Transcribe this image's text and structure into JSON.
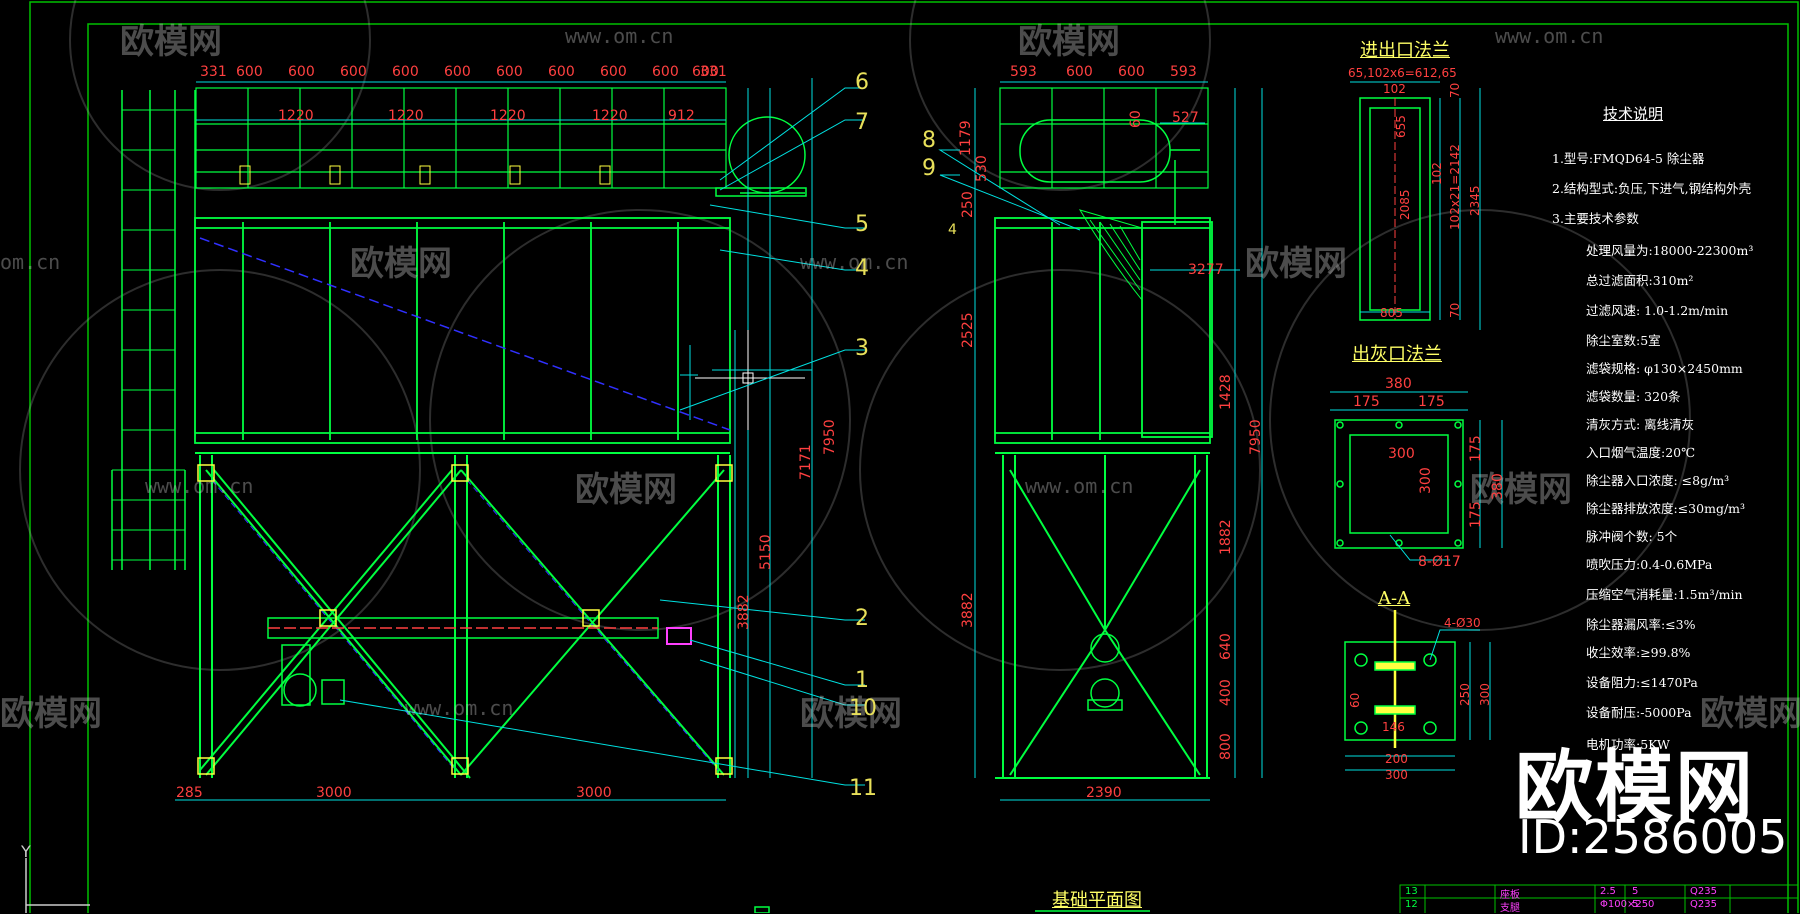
{
  "watermark": {
    "brand_cn": "欧模网",
    "url": "www.om.cn",
    "url_partial": "om.cn",
    "brand_large": "欧模网",
    "id_text": "ID:2586005"
  },
  "sections": {
    "inlet_flange": "进出口法兰",
    "ash_flange": "出灰口法兰",
    "section_aa": "A-A",
    "foundation_plan": "基础平面图"
  },
  "notes": {
    "title": "技术说明",
    "items": [
      "1.型号:FMQD64-5 除尘器",
      "2.结构型式:负压,下进气,钢结构外壳",
      "3.主要技术参数",
      "处理风量为:18000-22300m³",
      "总过滤面积:310m²",
      "过滤风速: 1.0-1.2m/min",
      "除尘室数:5室",
      "滤袋规格: φ130×2450mm",
      "滤袋数量: 320条",
      "清灰方式: 离线清灰",
      "入口烟气温度:20℃",
      "除尘器入口浓度: ≤8g/m³",
      "除尘器排放浓度:≤30mg/m³",
      "脉冲阀个数: 5个",
      "喷吹压力:0.4-0.6MPa",
      "压缩空气消耗量:1.5m³/min",
      "除尘器漏风率:≤3%",
      "收尘效率:≥99.8%",
      "设备阻力:≤1470Pa",
      "设备耐压:-5000Pa",
      "电机功率:5KW"
    ]
  },
  "callouts": [
    "6",
    "7",
    "5",
    "4",
    "3",
    "2",
    "1",
    "10",
    "11",
    "8",
    "9",
    "4"
  ],
  "front_dims": {
    "top_row": [
      "331",
      "600",
      "600",
      "600",
      "600",
      "600",
      "600",
      "600",
      "600",
      "600",
      "600",
      "331"
    ],
    "second_row": [
      "1220",
      "1220",
      "1220",
      "1220",
      "912"
    ],
    "bottom": [
      "285",
      "3000",
      "3000"
    ],
    "vertical": [
      "7950",
      "7171",
      "5150",
      "3882"
    ]
  },
  "side_dims": {
    "top_row": [
      "593",
      "600",
      "600",
      "593"
    ],
    "right": [
      "527",
      "3277"
    ],
    "left_v": [
      "1179",
      "530",
      "250",
      "2525",
      "3882"
    ],
    "right_v": [
      "1428",
      "7950",
      "1882",
      "640",
      "400",
      "800"
    ],
    "small": [
      "60"
    ],
    "bottom": [
      "2390"
    ]
  },
  "inlet_flange_dims": [
    "65,102x6=612,65",
    "102",
    "655",
    "2085",
    "805",
    "102x21=2142",
    "2345",
    "70",
    "70",
    "102"
  ],
  "ash_flange_dims": [
    "380",
    "175",
    "175",
    "300",
    "300",
    "175",
    "175",
    "380",
    "8-Ø17"
  ],
  "aa_dims": [
    "4-Ø30",
    "60",
    "146",
    "200",
    "300",
    "250",
    "300"
  ],
  "title_block": {
    "rows": [
      {
        "no": "13",
        "name": "座板",
        "spec": "2.5",
        "qty": "5",
        "mat": "Q235"
      },
      {
        "no": "12",
        "name": "支腿",
        "spec": "Φ100×250",
        "qty": "5",
        "mat": "Q235"
      }
    ]
  },
  "axis_label": "Y",
  "colors": {
    "bg": "#000000",
    "frame": "#00c000",
    "structure": "#00ff40",
    "dimension": "#00e0e0",
    "dim_text": "#ff4040",
    "callout": "#e8e05a",
    "hidden": "#3030ff",
    "magenta": "#ff40ff"
  }
}
